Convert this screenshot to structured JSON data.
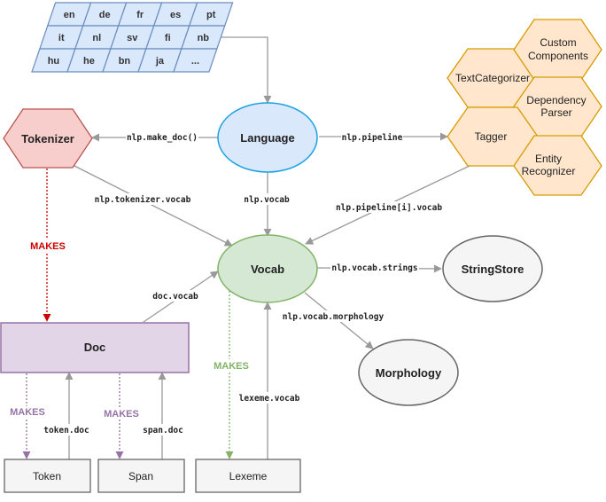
{
  "colors": {
    "grid_fill": "#dae8fc",
    "grid_stroke": "#6c8ebf",
    "lang_fill": "#dae8fc",
    "lang_stroke": "#1ba1e2",
    "tok_fill": "#f8cecc",
    "tok_stroke": "#b85450",
    "pipe_fill": "#ffe6cc",
    "pipe_stroke": "#d79b00",
    "vocab_fill": "#d5e8d4",
    "vocab_stroke": "#82b366",
    "doc_fill": "#e1d5e7",
    "doc_stroke": "#9673a6",
    "gray_fill": "#f5f5f5",
    "gray_stroke": "#666666",
    "edge": "#999999",
    "makes_red": "#cc0000",
    "makes_purple": "#9673a6",
    "makes_green": "#82b366"
  },
  "languages": [
    "en",
    "de",
    "fr",
    "es",
    "pt",
    "it",
    "nl",
    "sv",
    "fi",
    "nb",
    "hu",
    "he",
    "bn",
    "ja",
    "..."
  ],
  "nodes": {
    "language": "Language",
    "tokenizer": "Tokenizer",
    "vocab": "Vocab",
    "stringstore": "StringStore",
    "morphology": "Morphology",
    "doc": "Doc",
    "token": "Token",
    "span": "Span",
    "lexeme": "Lexeme",
    "textcategorizer": "TextCategorizer",
    "custom_components": [
      "Custom",
      "Components"
    ],
    "dependency_parser": [
      "Dependency",
      "Parser"
    ],
    "tagger": "Tagger",
    "entity_recognizer": [
      "Entity",
      "Recognizer"
    ]
  },
  "edges": {
    "make_doc": "nlp.make_doc()",
    "pipeline": "nlp.pipeline",
    "tokenizer_vocab": "nlp.tokenizer.vocab",
    "vocab": "nlp.vocab",
    "pipeline_i_vocab": "nlp.pipeline[i].vocab",
    "strings": "nlp.vocab.strings",
    "morphology": "nlp.vocab.morphology",
    "doc_vocab": "doc.vocab",
    "lexeme_vocab": "lexeme.vocab",
    "token_doc": "token.doc",
    "span_doc": "span.doc"
  },
  "makes": {
    "tokenizer_doc": "MAKES",
    "doc_token": "MAKES",
    "doc_span": "MAKES",
    "vocab_lexeme": "MAKES"
  }
}
